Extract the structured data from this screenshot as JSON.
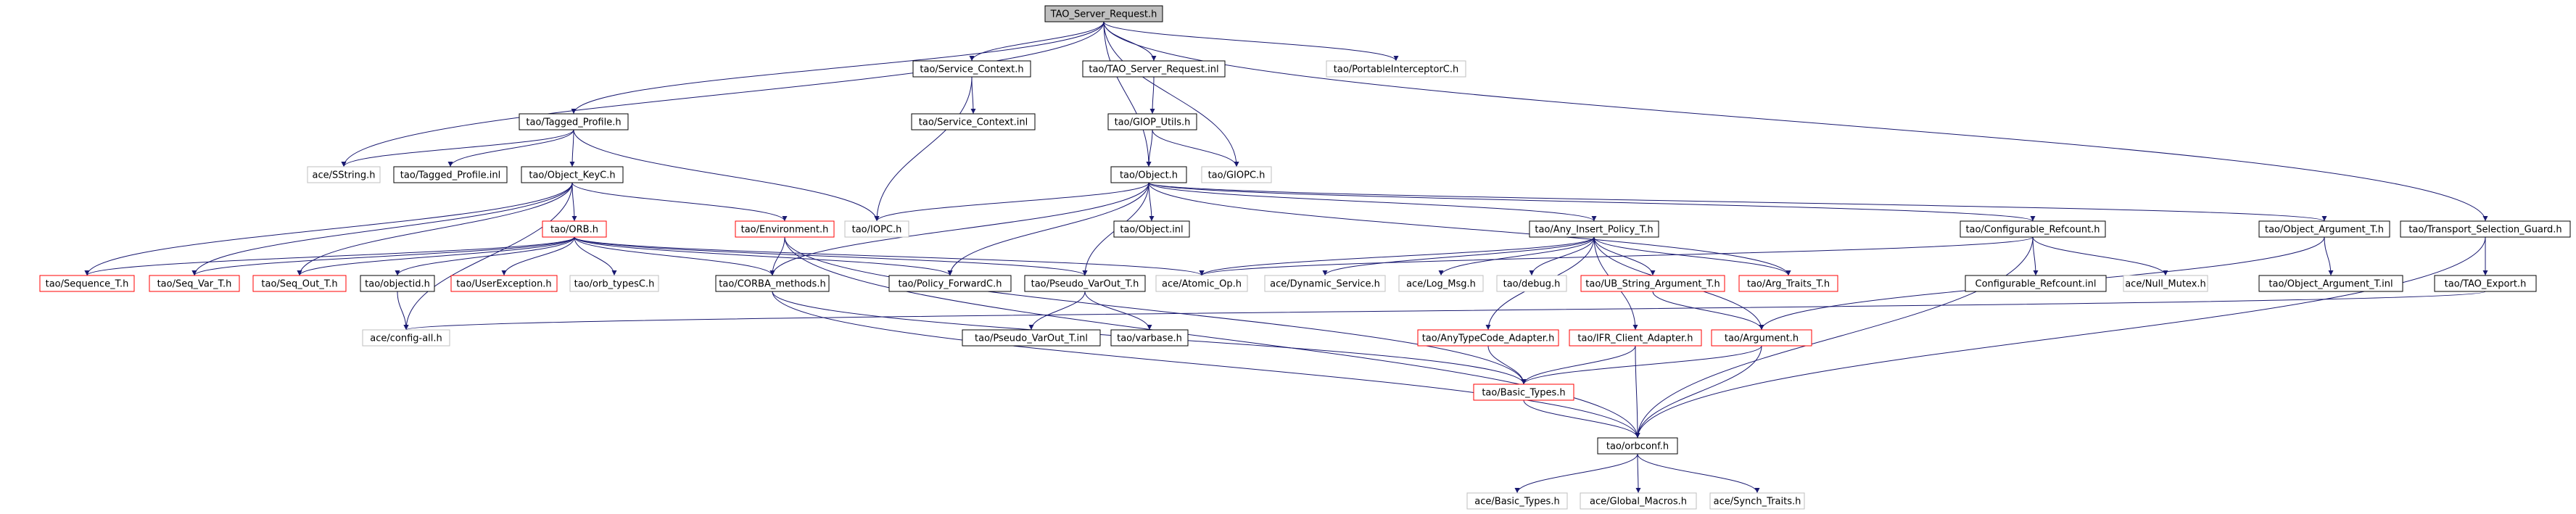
{
  "colors": {
    "edge": "#191970",
    "node_border_default": "#000000",
    "node_border_missing": "#bfbfbf",
    "node_border_truncated": "#ff0000",
    "root_fill": "#bfbfbf",
    "text": "#000000"
  },
  "nodes": [
    {
      "id": "n_root",
      "label": "TAO_Server_Request.h",
      "kind": "root"
    },
    {
      "id": "n_sc_h",
      "label": "tao/Service_Context.h",
      "kind": "default"
    },
    {
      "id": "n_tsr_inl",
      "label": "tao/TAO_Server_Request.inl",
      "kind": "default"
    },
    {
      "id": "n_pic",
      "label": "tao/PortableInterceptorC.h",
      "kind": "missing"
    },
    {
      "id": "n_tp_h",
      "label": "tao/Tagged_Profile.h",
      "kind": "default"
    },
    {
      "id": "n_sc_inl",
      "label": "tao/Service_Context.inl",
      "kind": "default"
    },
    {
      "id": "n_giop_utils",
      "label": "tao/GIOP_Utils.h",
      "kind": "default"
    },
    {
      "id": "n_sstring",
      "label": "ace/SString.h",
      "kind": "missing"
    },
    {
      "id": "n_tp_inl",
      "label": "tao/Tagged_Profile.inl",
      "kind": "default"
    },
    {
      "id": "n_okey",
      "label": "tao/Object_KeyC.h",
      "kind": "default"
    },
    {
      "id": "n_object",
      "label": "tao/Object.h",
      "kind": "default"
    },
    {
      "id": "n_giopc",
      "label": "tao/GIOPC.h",
      "kind": "missing"
    },
    {
      "id": "n_orb",
      "label": "tao/ORB.h",
      "kind": "truncated"
    },
    {
      "id": "n_env",
      "label": "tao/Environment.h",
      "kind": "truncated"
    },
    {
      "id": "n_iopc",
      "label": "tao/IOPC.h",
      "kind": "missing"
    },
    {
      "id": "n_obj_inl",
      "label": "tao/Object.inl",
      "kind": "default"
    },
    {
      "id": "n_aip",
      "label": "tao/Any_Insert_Policy_T.h",
      "kind": "default"
    },
    {
      "id": "n_cref",
      "label": "tao/Configurable_Refcount.h",
      "kind": "default"
    },
    {
      "id": "n_oarg",
      "label": "tao/Object_Argument_T.h",
      "kind": "default"
    },
    {
      "id": "n_tsg",
      "label": "tao/Transport_Selection_Guard.h",
      "kind": "default"
    },
    {
      "id": "n_seqT",
      "label": "tao/Sequence_T.h",
      "kind": "truncated"
    },
    {
      "id": "n_seqvar",
      "label": "tao/Seq_Var_T.h",
      "kind": "truncated"
    },
    {
      "id": "n_seqout",
      "label": "tao/Seq_Out_T.h",
      "kind": "truncated"
    },
    {
      "id": "n_objid",
      "label": "tao/objectid.h",
      "kind": "default"
    },
    {
      "id": "n_uex",
      "label": "tao/UserException.h",
      "kind": "truncated"
    },
    {
      "id": "n_orbtypes",
      "label": "tao/orb_typesC.h",
      "kind": "missing"
    },
    {
      "id": "n_corba_m",
      "label": "tao/CORBA_methods.h",
      "kind": "default"
    },
    {
      "id": "n_pfwd",
      "label": "tao/Policy_ForwardC.h",
      "kind": "default"
    },
    {
      "id": "n_pvo",
      "label": "tao/Pseudo_VarOut_T.h",
      "kind": "default"
    },
    {
      "id": "n_atomic",
      "label": "ace/Atomic_Op.h",
      "kind": "missing"
    },
    {
      "id": "n_dynsvc",
      "label": "ace/Dynamic_Service.h",
      "kind": "missing"
    },
    {
      "id": "n_logmsg",
      "label": "ace/Log_Msg.h",
      "kind": "missing"
    },
    {
      "id": "n_debug",
      "label": "tao/debug.h",
      "kind": "missing"
    },
    {
      "id": "n_ubstr",
      "label": "tao/UB_String_Argument_T.h",
      "kind": "truncated"
    },
    {
      "id": "n_argtraits",
      "label": "tao/Arg_Traits_T.h",
      "kind": "truncated"
    },
    {
      "id": "n_cref_inl",
      "label": "Configurable_Refcount.inl",
      "kind": "default"
    },
    {
      "id": "n_nullmutex",
      "label": "ace/Null_Mutex.h",
      "kind": "missing"
    },
    {
      "id": "n_oarg_inl",
      "label": "tao/Object_Argument_T.inl",
      "kind": "default"
    },
    {
      "id": "n_taoexport",
      "label": "tao/TAO_Export.h",
      "kind": "default"
    },
    {
      "id": "n_configall",
      "label": "ace/config-all.h",
      "kind": "missing"
    },
    {
      "id": "n_pvo_inl",
      "label": "tao/Pseudo_VarOut_T.inl",
      "kind": "default"
    },
    {
      "id": "n_varbase",
      "label": "tao/varbase.h",
      "kind": "default"
    },
    {
      "id": "n_anytc",
      "label": "tao/AnyTypeCode_Adapter.h",
      "kind": "truncated"
    },
    {
      "id": "n_ifr",
      "label": "tao/IFR_Client_Adapter.h",
      "kind": "truncated"
    },
    {
      "id": "n_arg",
      "label": "tao/Argument.h",
      "kind": "truncated"
    },
    {
      "id": "n_basictypes",
      "label": "tao/Basic_Types.h",
      "kind": "truncated"
    },
    {
      "id": "n_orbconf",
      "label": "tao/orbconf.h",
      "kind": "default"
    },
    {
      "id": "n_ace_bt",
      "label": "ace/Basic_Types.h",
      "kind": "missing"
    },
    {
      "id": "n_gmacros",
      "label": "ace/Global_Macros.h",
      "kind": "missing"
    },
    {
      "id": "n_synch",
      "label": "ace/Synch_Traits.h",
      "kind": "missing"
    }
  ],
  "edges": [
    [
      "n_root",
      "n_sc_h"
    ],
    [
      "n_root",
      "n_tsr_inl"
    ],
    [
      "n_root",
      "n_pic"
    ],
    [
      "n_root",
      "n_tp_h"
    ],
    [
      "n_root",
      "n_sstring"
    ],
    [
      "n_root",
      "n_object"
    ],
    [
      "n_root",
      "n_giopc"
    ],
    [
      "n_root",
      "n_tsg"
    ],
    [
      "n_sc_h",
      "n_sc_inl"
    ],
    [
      "n_sc_h",
      "n_iopc"
    ],
    [
      "n_tsr_inl",
      "n_giop_utils"
    ],
    [
      "n_giop_utils",
      "n_object"
    ],
    [
      "n_giop_utils",
      "n_giopc"
    ],
    [
      "n_tp_h",
      "n_sstring"
    ],
    [
      "n_tp_h",
      "n_tp_inl"
    ],
    [
      "n_tp_h",
      "n_okey"
    ],
    [
      "n_tp_h",
      "n_iopc"
    ],
    [
      "n_okey",
      "n_orb"
    ],
    [
      "n_okey",
      "n_env"
    ],
    [
      "n_okey",
      "n_seqT"
    ],
    [
      "n_okey",
      "n_seqvar"
    ],
    [
      "n_okey",
      "n_seqout"
    ],
    [
      "n_okey",
      "n_configall"
    ],
    [
      "n_object",
      "n_iopc"
    ],
    [
      "n_object",
      "n_obj_inl"
    ],
    [
      "n_object",
      "n_aip"
    ],
    [
      "n_object",
      "n_cref"
    ],
    [
      "n_object",
      "n_oarg"
    ],
    [
      "n_object",
      "n_argtraits"
    ],
    [
      "n_object",
      "n_corba_m"
    ],
    [
      "n_object",
      "n_pfwd"
    ],
    [
      "n_object",
      "n_pvo"
    ],
    [
      "n_orb",
      "n_seqT"
    ],
    [
      "n_orb",
      "n_seqvar"
    ],
    [
      "n_orb",
      "n_seqout"
    ],
    [
      "n_orb",
      "n_objid"
    ],
    [
      "n_orb",
      "n_uex"
    ],
    [
      "n_orb",
      "n_orbtypes"
    ],
    [
      "n_orb",
      "n_corba_m"
    ],
    [
      "n_orb",
      "n_pfwd"
    ],
    [
      "n_orb",
      "n_pvo"
    ],
    [
      "n_orb",
      "n_atomic"
    ],
    [
      "n_env",
      "n_corba_m"
    ],
    [
      "n_env",
      "n_basictypes"
    ],
    [
      "n_env",
      "n_orbconf"
    ],
    [
      "n_objid",
      "n_configall"
    ],
    [
      "n_aip",
      "n_atomic"
    ],
    [
      "n_aip",
      "n_dynsvc"
    ],
    [
      "n_aip",
      "n_logmsg"
    ],
    [
      "n_aip",
      "n_debug"
    ],
    [
      "n_aip",
      "n_ubstr"
    ],
    [
      "n_aip",
      "n_argtraits"
    ],
    [
      "n_aip",
      "n_anytc"
    ],
    [
      "n_aip",
      "n_ifr"
    ],
    [
      "n_aip",
      "n_arg"
    ],
    [
      "n_cref",
      "n_atomic"
    ],
    [
      "n_cref",
      "n_cref_inl"
    ],
    [
      "n_cref",
      "n_nullmutex"
    ],
    [
      "n_cref",
      "n_orbconf"
    ],
    [
      "n_oarg",
      "n_oarg_inl"
    ],
    [
      "n_oarg",
      "n_arg"
    ],
    [
      "n_tsg",
      "n_taoexport"
    ],
    [
      "n_tsg",
      "n_orbconf"
    ],
    [
      "n_taoexport",
      "n_configall"
    ],
    [
      "n_pvo",
      "n_pvo_inl"
    ],
    [
      "n_pvo",
      "n_varbase"
    ],
    [
      "n_corba_m",
      "n_basictypes"
    ],
    [
      "n_corba_m",
      "n_orbconf"
    ],
    [
      "n_ubstr",
      "n_arg"
    ],
    [
      "n_anytc",
      "n_basictypes"
    ],
    [
      "n_ifr",
      "n_basictypes"
    ],
    [
      "n_ifr",
      "n_orbconf"
    ],
    [
      "n_arg",
      "n_basictypes"
    ],
    [
      "n_arg",
      "n_orbconf"
    ],
    [
      "n_basictypes",
      "n_orbconf"
    ],
    [
      "n_orbconf",
      "n_ace_bt"
    ],
    [
      "n_orbconf",
      "n_gmacros"
    ],
    [
      "n_orbconf",
      "n_synch"
    ]
  ]
}
